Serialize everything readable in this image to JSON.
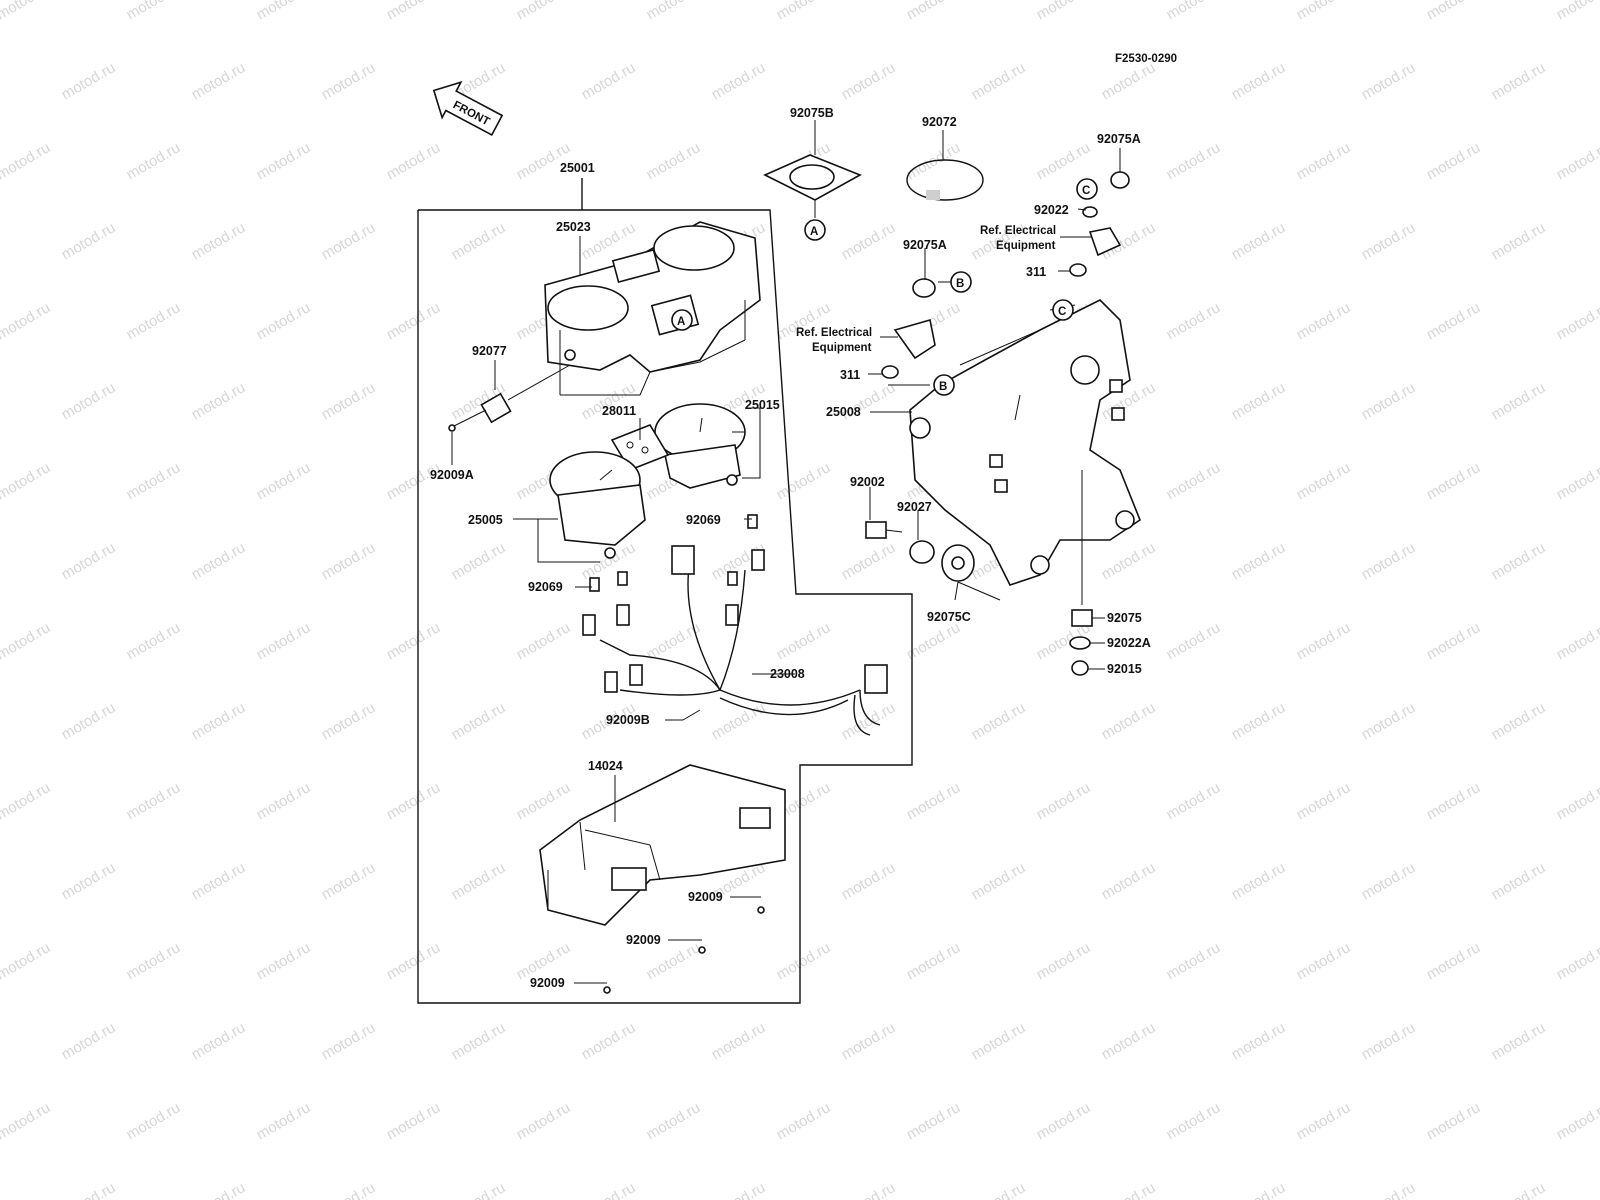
{
  "figure_code": "F2530-0290",
  "front_arrow_label": "FRONT",
  "watermark_text": "motod.ru",
  "callouts": {
    "a": "A",
    "b": "B",
    "c": "C"
  },
  "parts": {
    "p25001": "25001",
    "p25023": "25023",
    "p92077": "92077",
    "p92009A": "92009A",
    "p28011": "28011",
    "p25015": "25015",
    "p25005": "25005",
    "p92069a": "92069",
    "p92069b": "92069",
    "p23008": "23008",
    "p92009B": "92009B",
    "p14024": "14024",
    "p92009a": "92009",
    "p92009b": "92009",
    "p92009c": "92009",
    "p92075B": "92075B",
    "p92072": "92072",
    "p92075A_top": "92075A",
    "p92022": "92022",
    "p311_top": "311",
    "p92075A_mid": "92075A",
    "p311_mid": "311",
    "p25008": "25008",
    "p92002": "92002",
    "p92027": "92027",
    "p92075C": "92075C",
    "p92075": "92075",
    "p92022A": "92022A",
    "p92015": "92015"
  },
  "ref_labels": {
    "top_line1": "Ref. Electrical",
    "top_line2": "Equipment",
    "mid_line1": "Ref. Electrical",
    "mid_line2": "Equipment"
  }
}
